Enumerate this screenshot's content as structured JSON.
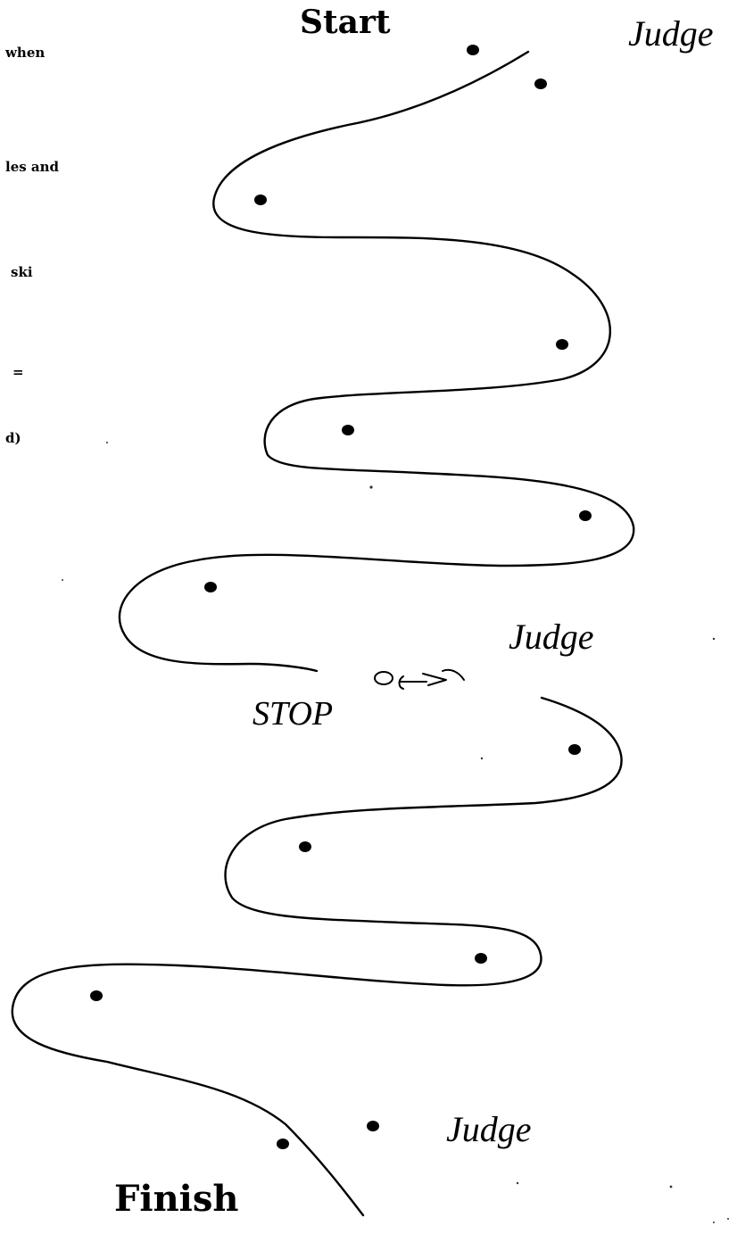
{
  "text_fragments": [
    "when",
    "les and",
    "ski",
    "=",
    "d)"
  ],
  "labels": {
    "start": "Start",
    "finish": "Finish",
    "stop": "STOP",
    "judge_top": "Judge",
    "judge_middle": "Judge",
    "judge_bottom": "Judge"
  },
  "colors": {
    "ink": "#000000",
    "background": "#ffffff"
  }
}
